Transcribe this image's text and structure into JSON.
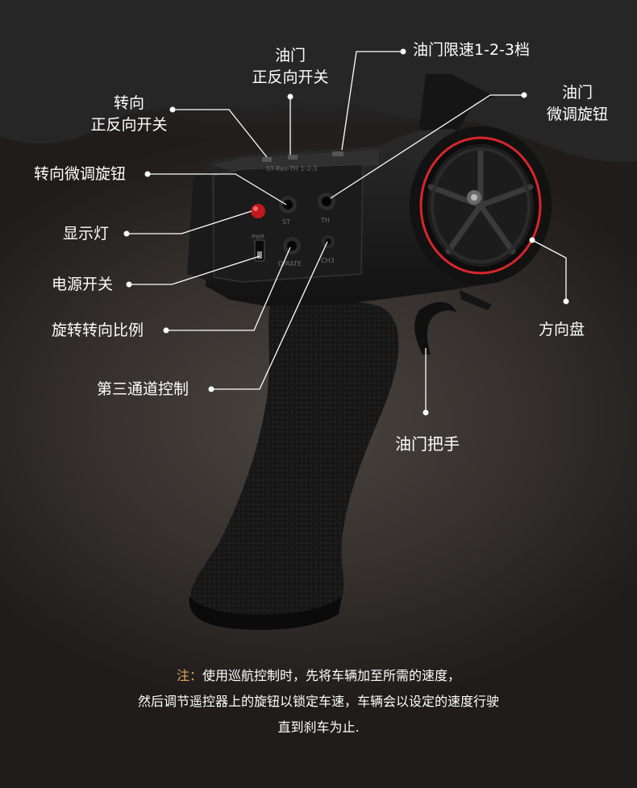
{
  "labels": {
    "throttle_reverse_line1": "油门",
    "throttle_reverse_line2": "正反向开关",
    "throttle_limit": "油门限速1-2-3档",
    "steering_reverse_line1": "转向",
    "steering_reverse_line2": "正反向开关",
    "throttle_trim_line1": "油门",
    "throttle_trim_line2": "微调旋钮",
    "steering_trim": "转向微调旋钮",
    "indicator_light": "显示灯",
    "power_switch": "电源开关",
    "steering_ratio": "旋转转向比例",
    "third_channel": "第三通道控制",
    "steering_wheel": "方向盘",
    "throttle_trigger": "油门把手"
  },
  "panel_marks": {
    "top_row": "ST-Rev-TH 1-2-3",
    "knob_st": "ST",
    "knob_th": "TH",
    "ratio": "D/RATE",
    "ch3": "CH3",
    "power": "PWR"
  },
  "note": {
    "prefix": "注：",
    "line1": "使用巡航控制时，先将车辆加至所需的速度，",
    "line2": "然后调节遥控器上的旋钮以锁定车速，车辆会以设定的速度行驶",
    "line3": "直到刹车为止."
  },
  "colors": {
    "accent_note": "#e6a35a",
    "wheel_ring": "#d8262b",
    "indicator_led": "#c0181c"
  }
}
